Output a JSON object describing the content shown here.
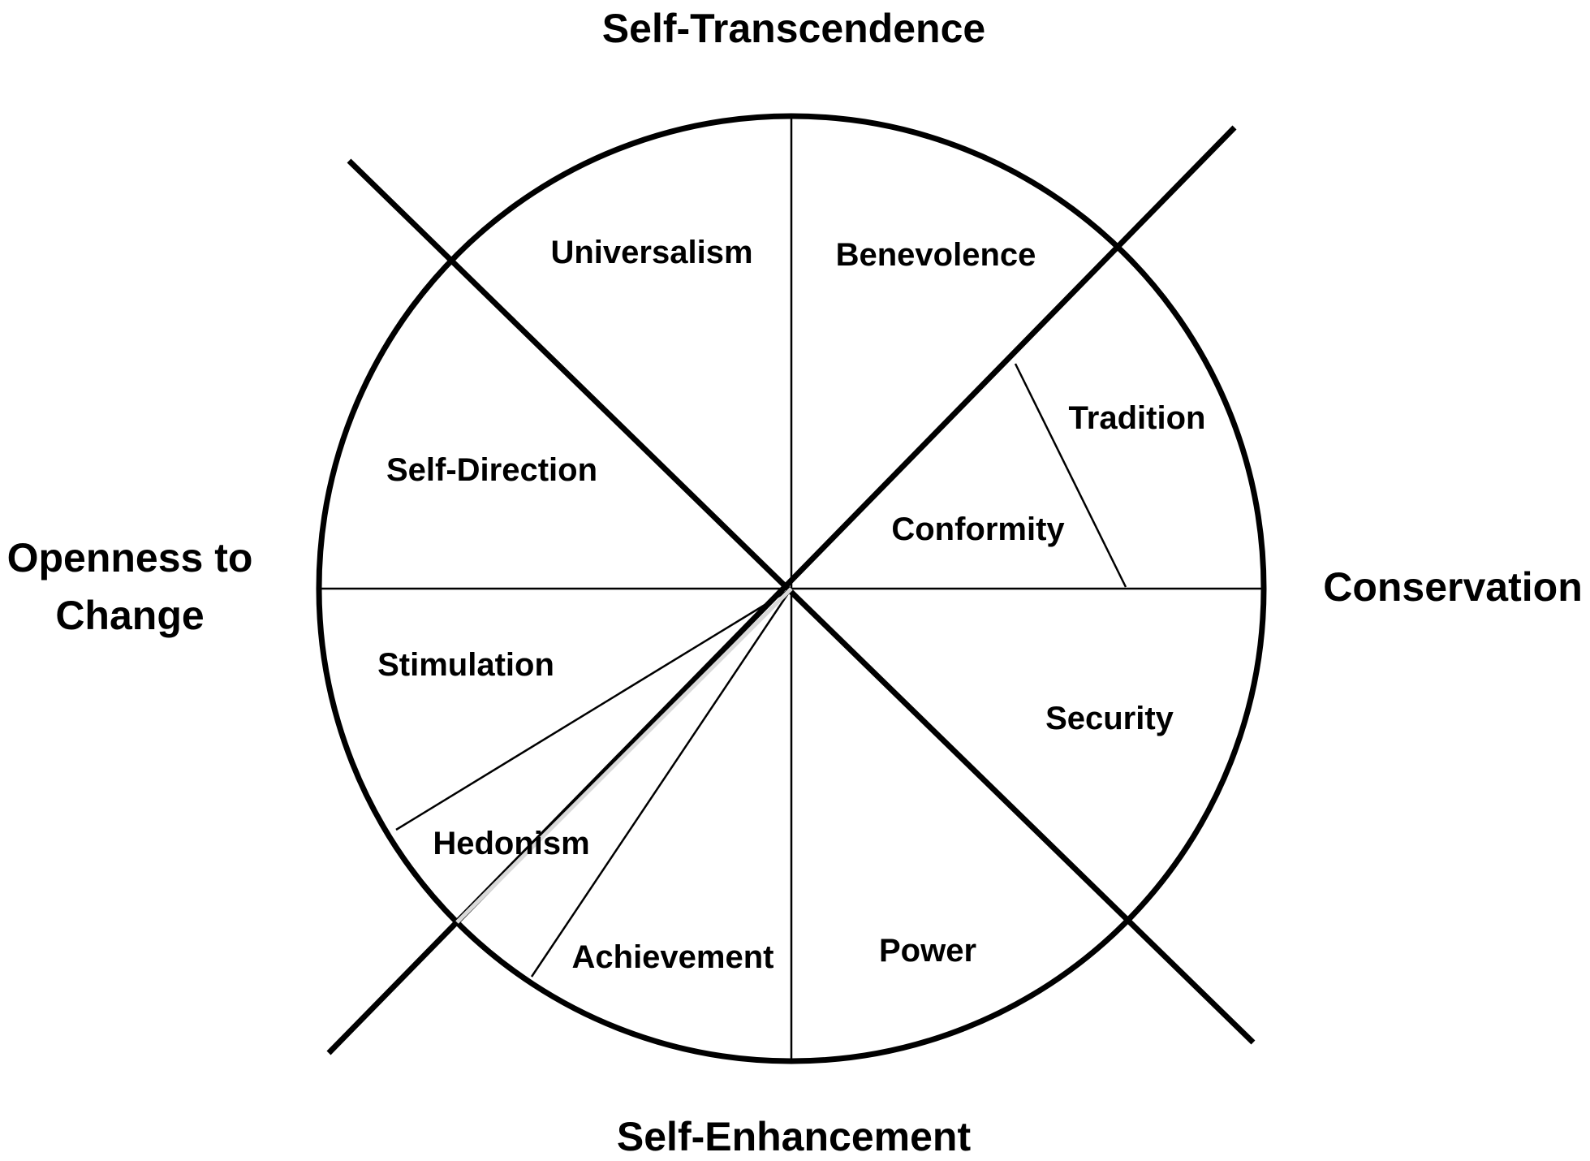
{
  "dimensions": {
    "top": "Self-Transcendence",
    "bottom": "Self-Enhancement",
    "left_line1": "Openness to",
    "left_line2": "Change",
    "right": "Conservation"
  },
  "values": {
    "universalism": "Universalism",
    "benevolence": "Benevolence",
    "tradition": "Tradition",
    "conformity": "Conformity",
    "self_direction": "Self-Direction",
    "stimulation": "Stimulation",
    "hedonism": "Hedonism",
    "achievement": "Achievement",
    "power": "Power",
    "security": "Security"
  },
  "colors": {
    "line": "#000000",
    "hedonism_divider": "#d9d9d9",
    "background": "#ffffff"
  }
}
